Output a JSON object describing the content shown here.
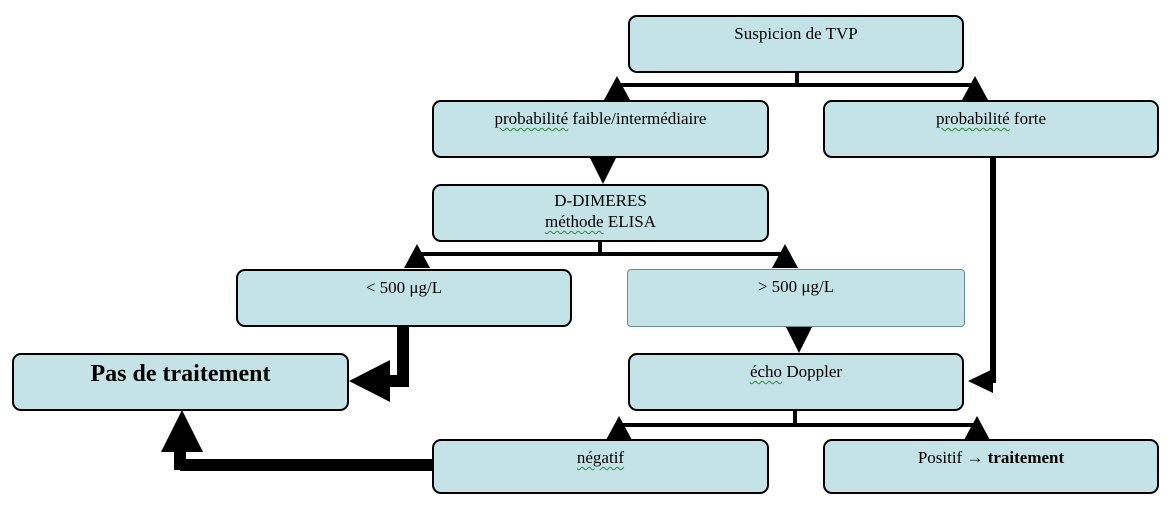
{
  "nodes": {
    "suspicion": {
      "text": "Suspicion de TVP"
    },
    "prob_low": {
      "text_underlined": "probabilité",
      "text_rest": " faible/intermédiaire"
    },
    "prob_high": {
      "text_underlined": "probabilité",
      "text_rest": " forte"
    },
    "ddimeres": {
      "line1": "D-DIMERES",
      "line2_underlined": "méthode",
      "line2_rest": " ELISA"
    },
    "lt500": {
      "text": "< 500 μg/L"
    },
    "gt500": {
      "text": "> 500 μg/L"
    },
    "no_treatment": {
      "text": "Pas de traitement"
    },
    "echo": {
      "text_underlined": "écho",
      "text_rest": " Doppler"
    },
    "negatif": {
      "text": "négatif"
    },
    "positif": {
      "text": "Positif",
      "arrow": "→",
      "text_bold": "traitement"
    }
  },
  "colors": {
    "box_fill": "#c3e3e6",
    "border": "#000000",
    "arrow": "#000000",
    "spellcheck": "#2f8f2f"
  }
}
